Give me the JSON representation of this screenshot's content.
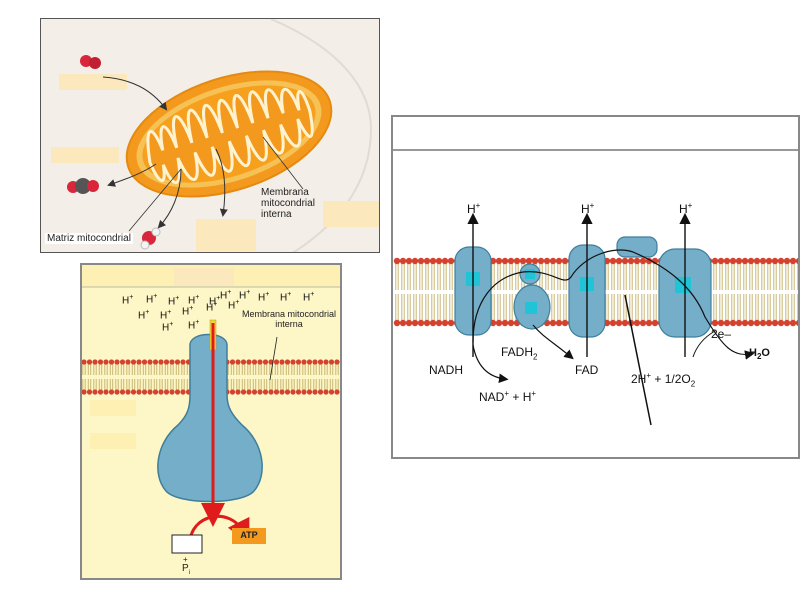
{
  "panel1": {
    "label_matrix": "Matriz mitocondrial",
    "label_inner_membrane": "Membrana mitocondrial interna"
  },
  "panel2": {
    "h_plus_label": "H",
    "superscript": "+",
    "label_inner_membrane": "Membrana mitocondrial interna",
    "atp_label": "ATP",
    "pi_plus": "+",
    "pi_label": "P",
    "pi_sub": "i"
  },
  "panel3": {
    "h_plus_label": "H",
    "superscript": "+",
    "nadh": "NADH",
    "nad_product": "NAD",
    "nad_plus_h": "+ H",
    "fadh2_base": "FADH",
    "fadh2_sub": "2",
    "fad": "FAD",
    "electrons": "2e–",
    "oxygen_half": "2H",
    "oxygen_rest": "+ 1/2O",
    "oxygen_sub": "2",
    "water_base": "H",
    "water_sub": "2",
    "water_o": "O"
  },
  "colors": {
    "membrane_head": "#d3422e",
    "membrane_tail": "#c9b774",
    "protein": "#74aec9",
    "protein_dark": "#3f7f9c",
    "site": "#21c4d6",
    "mito_outer": "#f39a1e",
    "mito_inner": "#f7c255",
    "atp_box": "#f39a1e"
  }
}
